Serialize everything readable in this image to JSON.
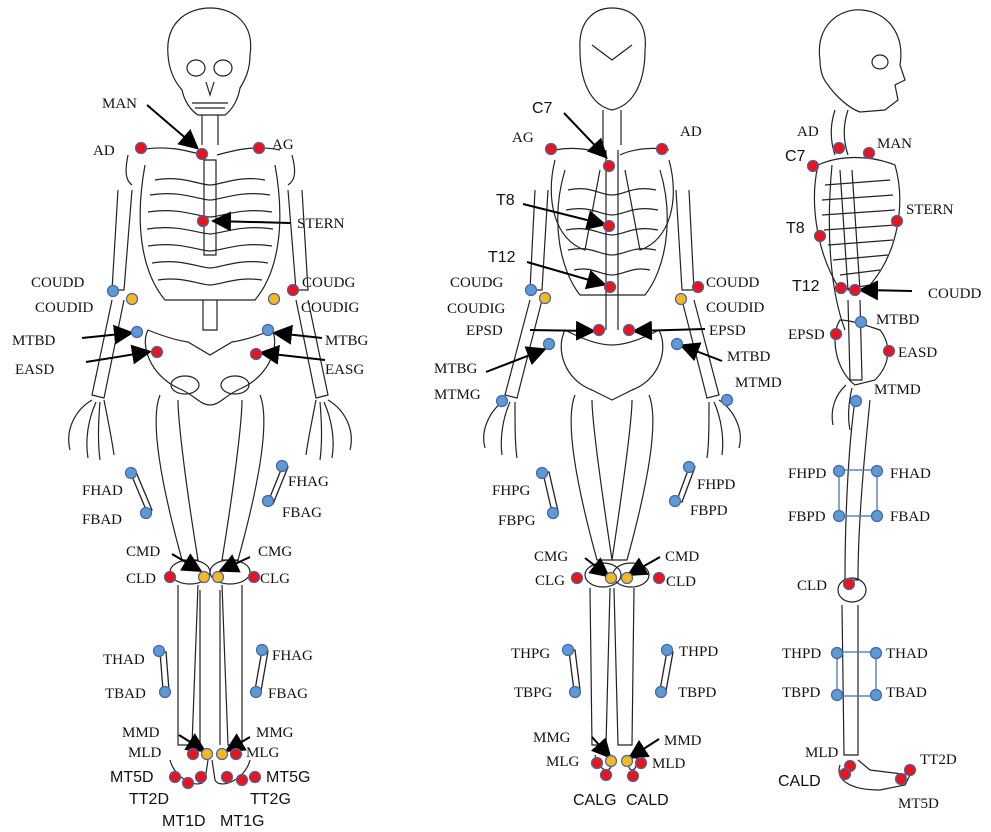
{
  "colors": {
    "marker_red": "#e8151b",
    "marker_blue": "#5b9bd5",
    "marker_yellow": "#f4b821",
    "marker_border": "#4a62a8"
  },
  "views": {
    "front": {
      "labels": [
        "MAN",
        "AD",
        "AG",
        "STERN",
        "COUDD",
        "COUDID",
        "COUDG",
        "COUDIG",
        "MTBD",
        "MTBG",
        "EASD",
        "EASG",
        "FHAD",
        "FBAD",
        "FHAG",
        "FBAG",
        "CMD",
        "CMG",
        "CLD",
        "CLG",
        "THAD",
        "TBAD",
        "FHAG",
        "FBAG",
        "MMD",
        "MMG",
        "MLD",
        "MLG",
        "MT5D",
        "MT5G",
        "TT2D",
        "TT2G",
        "MT1D",
        "MT1G"
      ]
    },
    "back": {
      "labels": [
        "C7",
        "AG",
        "AD",
        "T8",
        "T12",
        "COUDG",
        "COUDIG",
        "COUDD",
        "COUDID",
        "EPSD",
        "EPSD",
        "MTBG",
        "MTMG",
        "MTBD",
        "MTMD",
        "FHPG",
        "FBPG",
        "FHPD",
        "FBPD",
        "CMG",
        "CLG",
        "CMD",
        "CLD",
        "THPG",
        "TBPG",
        "THPD",
        "TBPD",
        "MMG",
        "MLG",
        "MMD",
        "MLD",
        "CALG",
        "CALD"
      ]
    },
    "side": {
      "labels": [
        "AD",
        "MAN",
        "C7",
        "STERN",
        "T8",
        "T12",
        "COUDD",
        "EPSD",
        "MTBD",
        "EASD",
        "MTMD",
        "FHPD",
        "FHAD",
        "FBPD",
        "FBAD",
        "CLD",
        "THPD",
        "THAD",
        "TBPD",
        "TBAD",
        "MLD",
        "TT2D",
        "CALD",
        "MT5D"
      ]
    }
  }
}
